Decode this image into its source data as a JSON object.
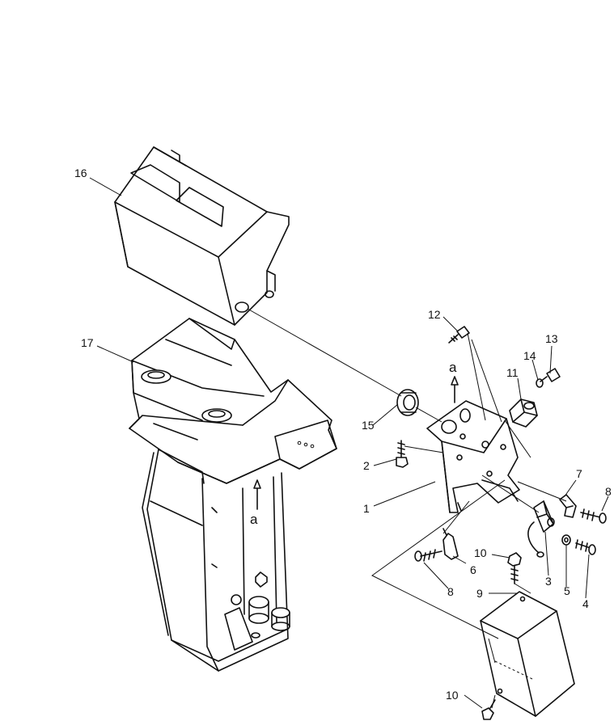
{
  "callouts": {
    "c1": "1",
    "c2": "2",
    "c3": "3",
    "c4": "4",
    "c5": "5",
    "c6": "6",
    "c7": "7",
    "c8a": "8",
    "c8b": "8",
    "c9": "9",
    "c10a": "10",
    "c10b": "10",
    "c11": "11",
    "c12": "12",
    "c13": "13",
    "c14": "14",
    "c15": "15",
    "c16": "16",
    "c17": "17"
  },
  "view_marks": {
    "a_left": "a",
    "a_right": "a"
  }
}
